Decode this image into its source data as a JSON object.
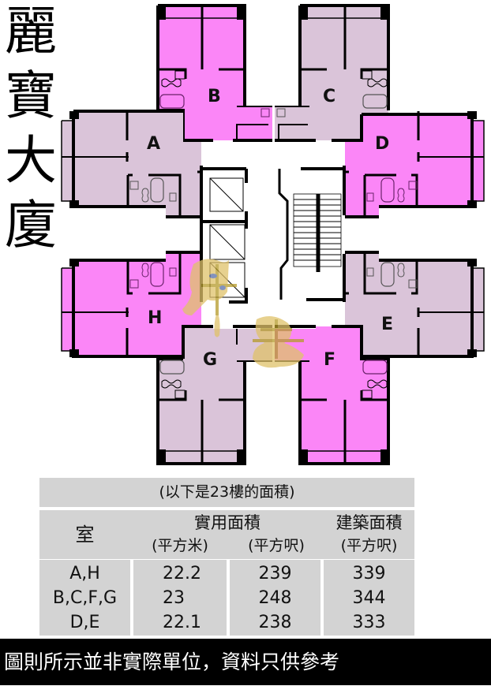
{
  "building_name": {
    "chars": [
      "麗",
      "寶",
      "大",
      "廈"
    ],
    "full": "麗寶大廈"
  },
  "floor_plan": {
    "units": [
      {
        "label": "A",
        "color": "#dac4d9",
        "area_group": "A,H"
      },
      {
        "label": "B",
        "color": "#fb86f7",
        "area_group": "B,C,F,G"
      },
      {
        "label": "C",
        "color": "#dac4d9",
        "area_group": "B,C,F,G"
      },
      {
        "label": "D",
        "color": "#fb86f7",
        "area_group": "D,E"
      },
      {
        "label": "E",
        "color": "#dac4d9",
        "area_group": "D,E"
      },
      {
        "label": "F",
        "color": "#fb86f7",
        "area_group": "B,C,F,G"
      },
      {
        "label": "G",
        "color": "#dac4d9",
        "area_group": "B,C,F,G"
      },
      {
        "label": "H",
        "color": "#fb86f7",
        "area_group": "A,H"
      }
    ],
    "core": {
      "elevators": 3,
      "staircase": 1
    },
    "colors": {
      "pink": "#fb86f7",
      "mauve": "#dac4d9",
      "wall": "#000000",
      "watermark": "#d9b85a"
    }
  },
  "area_table": {
    "caption": "(以下是23樓的面積)",
    "headers": {
      "room": "室",
      "usable_area": "實用面積",
      "usable_sqm": "(平方米)",
      "usable_sqft": "(平方呎)",
      "gross_area": "建築面積",
      "gross_sqft": "(平方呎)"
    },
    "rows": [
      {
        "room": "A,H",
        "usable_sqm": "22.2",
        "usable_sqft": "239",
        "gross_sqft": "339"
      },
      {
        "room": "B,C,F,G",
        "usable_sqm": "23",
        "usable_sqft": "248",
        "gross_sqft": "344"
      },
      {
        "room": "D,E",
        "usable_sqm": "22.1",
        "usable_sqft": "238",
        "gross_sqft": "333"
      }
    ],
    "background": "#d3d3d3"
  },
  "footer": {
    "disclaimer": "圖則所示並非實際單位，資料只供參考",
    "background": "#000000"
  }
}
